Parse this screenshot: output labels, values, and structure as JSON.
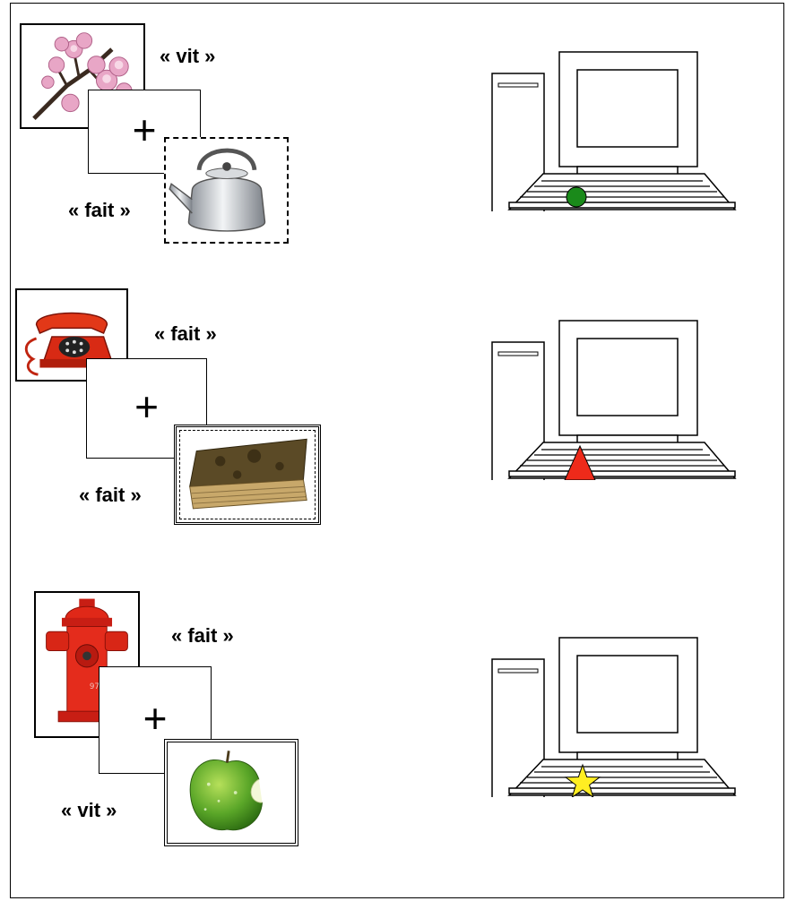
{
  "trials": [
    {
      "prime_word": "« vit »",
      "target_word": "« fait »",
      "fixation": "+",
      "prime_image": "cherry-blossom",
      "target_image": "kettle",
      "target_border": "dashed",
      "response_key": {
        "shape": "circle",
        "color": "#1a8a1a"
      }
    },
    {
      "prime_word": "« fait »",
      "target_word": "« fait »",
      "fixation": "+",
      "prime_image": "red-telephone",
      "target_image": "old-books",
      "target_border": "dotted",
      "response_key": {
        "shape": "triangle",
        "color": "#ee2a1a"
      }
    },
    {
      "prime_word": "« fait »",
      "target_word": "« vit »",
      "fixation": "+",
      "prime_image": "fire-hydrant",
      "target_image": "green-apple",
      "target_border": "double",
      "response_key": {
        "shape": "star",
        "color": "#ffee22"
      }
    }
  ]
}
